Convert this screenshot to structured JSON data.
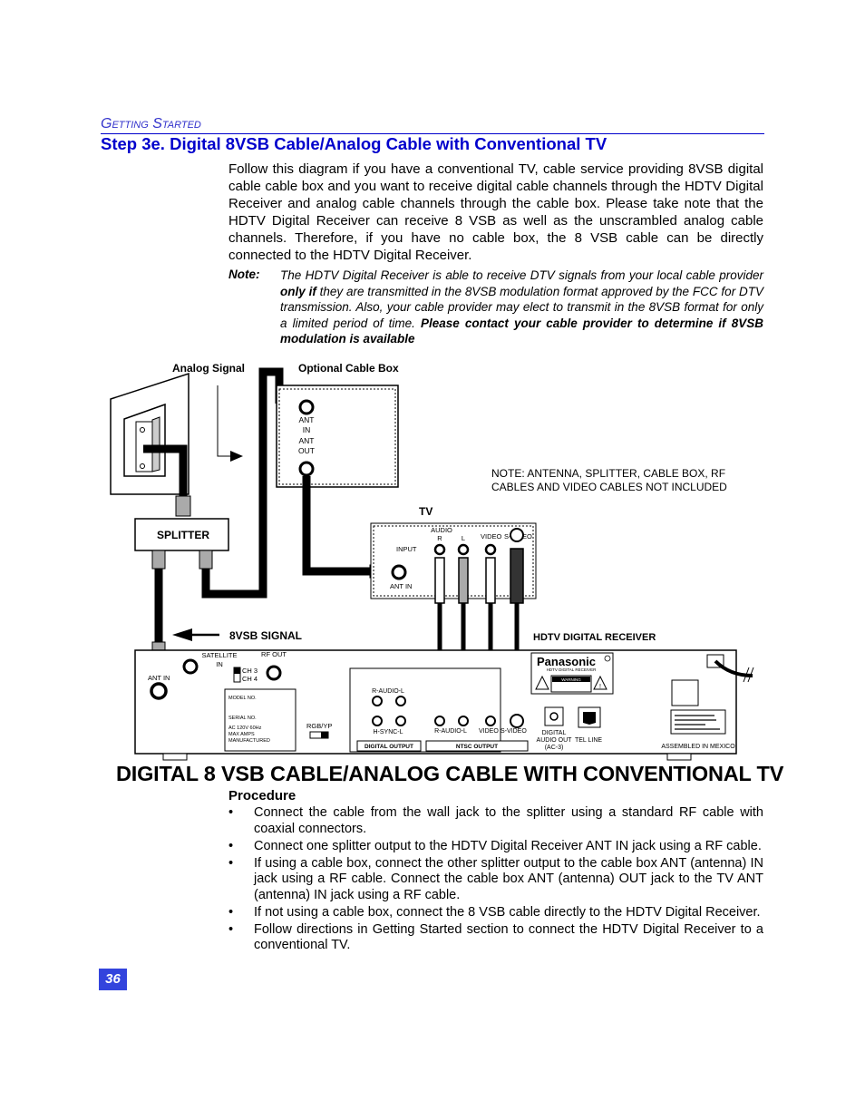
{
  "header": {
    "section": "Getting Started",
    "step_title": "Step 3e. Digital 8VSB Cable/Analog Cable with Conventional TV"
  },
  "intro": "Follow this diagram if you have a conventional TV, cable service providing 8VSB digital cable cable box and you want to receive digital cable channels through the HDTV Digital Receiver and analog cable channels through the cable box. Please take note that the HDTV Digital Receiver can receive 8 VSB as well as the unscrambled analog cable channels. Therefore, if you have no cable box, the 8 VSB cable can be directly connected to the HDTV Digital Receiver.",
  "note": {
    "label": "Note:",
    "part1": "The HDTV Digital Receiver is able to receive DTV signals from your local cable provider ",
    "part2": "only if",
    "part3": " they are transmitted in the 8VSB modulation format approved by the FCC for DTV transmission.  Also, your cable provider may elect to transmit in the 8VSB format for only a limited period of time.  ",
    "part4": "Please contact your cable provider to determine if 8VSB modulation is available"
  },
  "diagram": {
    "analog_signal": "Analog Signal",
    "optional_cable_box": "Optional Cable Box",
    "ant_in": "ANT",
    "ant_in2": "IN",
    "ant_out": "ANT",
    "ant_out2": "OUT",
    "splitter": "SPLITTER",
    "note_line1": "NOTE:  ANTENNA, SPLITTER, CABLE BOX, RF",
    "note_line2": "CABLES AND VIDEO CABLES NOT INCLUDED",
    "tv": "TV",
    "tv_audio": "AUDIO",
    "tv_r": "R",
    "tv_l": "L",
    "tv_video": "VIDEO",
    "tv_svideo": "S-VIDEO",
    "tv_input": "INPUT",
    "tv_ant_in": "ANT IN",
    "signal_8vsb": "8VSB SIGNAL",
    "hdtv_receiver": "HDTV DIGITAL RECEIVER",
    "rcv_satellite": "SATELLITE",
    "rcv_satellite2": "IN",
    "rcv_rf_out": "RF OUT",
    "rcv_ch3": "CH 3",
    "rcv_ch4": "CH 4",
    "rcv_ant_in": "ANT IN",
    "rcv_model": "MODEL NO.",
    "rcv_serial": "SERIAL NO.",
    "rcv_ac": "AC 120V 60Hz",
    "rcv_amps": "MAX AMPS",
    "rcv_mfd": "MANUFACTURED",
    "rcv_rgb": "RGB/YP",
    "rcv_raudio1": "R-AUDIO-L",
    "rcv_hsync": "H-SYNC-L",
    "rcv_raudio2": "R-AUDIO-L",
    "rcv_video": "VIDEO",
    "rcv_svideo": "S-VIDEO",
    "rcv_digital_output": "DIGITAL OUTPUT",
    "rcv_ntsc_output": "NTSC OUTPUT",
    "rcv_digital": "DIGITAL",
    "rcv_audio_out": "AUDIO OUT",
    "rcv_ac3": "(AC-3)",
    "rcv_tel": "TEL LINE",
    "rcv_brand": "Panasonic",
    "rcv_brand_sub": "HDTV DIGITAL RECEIVER",
    "rcv_warning": "WARNING",
    "rcv_assembled": "ASSEMBLED IN MEXICO"
  },
  "big_title": "DIGITAL 8 VSB CABLE/ANALOG CABLE WITH CONVENTIONAL TV",
  "procedure": {
    "heading": "Procedure",
    "bullet": "•",
    "items": [
      "Connect the cable from the wall jack to the splitter using a standard RF cable with coaxial connectors.",
      "Connect one splitter output to the HDTV Digital Receiver ANT IN jack using a RF cable.",
      "If using a cable box, connect the other splitter output to the cable box ANT (antenna) IN jack using a RF cable.  Connect the cable box ANT (antenna) OUT jack to the TV ANT (antenna) IN jack using a RF cable.",
      "If not using a cable box, connect the 8 VSB cable directly to the HDTV Digital Receiver.",
      "Follow directions in Getting Started section to connect the HDTV Digital Receiver to a conventional TV."
    ]
  },
  "page_number": "36",
  "colors": {
    "heading_blue": "#0000cc",
    "page_badge": "#3344dd"
  }
}
